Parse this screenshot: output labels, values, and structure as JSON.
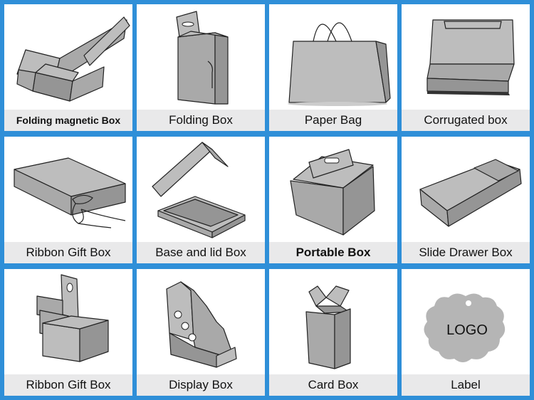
{
  "items": [
    {
      "label": "Folding magnetic Box",
      "icon": "folding-magnetic-box-image"
    },
    {
      "label": "Folding Box",
      "icon": "folding-box-image"
    },
    {
      "label": "Paper Bag",
      "icon": "paper-bag-image"
    },
    {
      "label": "Corrugated box",
      "icon": "corrugated-box-image"
    },
    {
      "label": "Ribbon Gift Box",
      "icon": "ribbon-gift-box-image"
    },
    {
      "label": "Base and lid Box",
      "icon": "base-and-lid-box-image"
    },
    {
      "label": "Portable Box",
      "icon": "portable-box-image"
    },
    {
      "label": "Slide Drawer Box",
      "icon": "slide-drawer-box-image"
    },
    {
      "label": "Ribbon Gift Box",
      "icon": "ribbon-gift-box-2-image"
    },
    {
      "label": "Display Box",
      "icon": "display-box-image"
    },
    {
      "label": "Card Box",
      "icon": "card-box-image"
    },
    {
      "label": "Label",
      "icon": "label-tag-image"
    }
  ],
  "label_tag": {
    "text": "LOGO"
  },
  "colors": {
    "frame": "#2f8fd8",
    "caption_bg": "#e9e9ea",
    "box_gray": "#a9a9a9"
  }
}
